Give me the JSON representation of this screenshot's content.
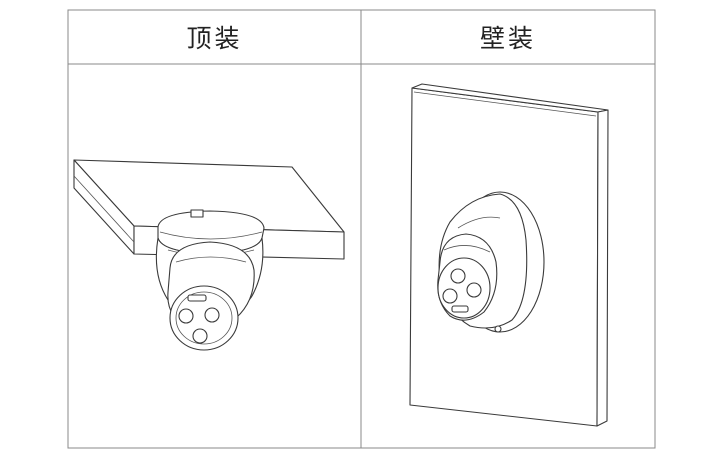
{
  "panels": [
    {
      "id": "ceiling",
      "title": "顶装"
    },
    {
      "id": "wall",
      "title": "壁装"
    }
  ]
}
